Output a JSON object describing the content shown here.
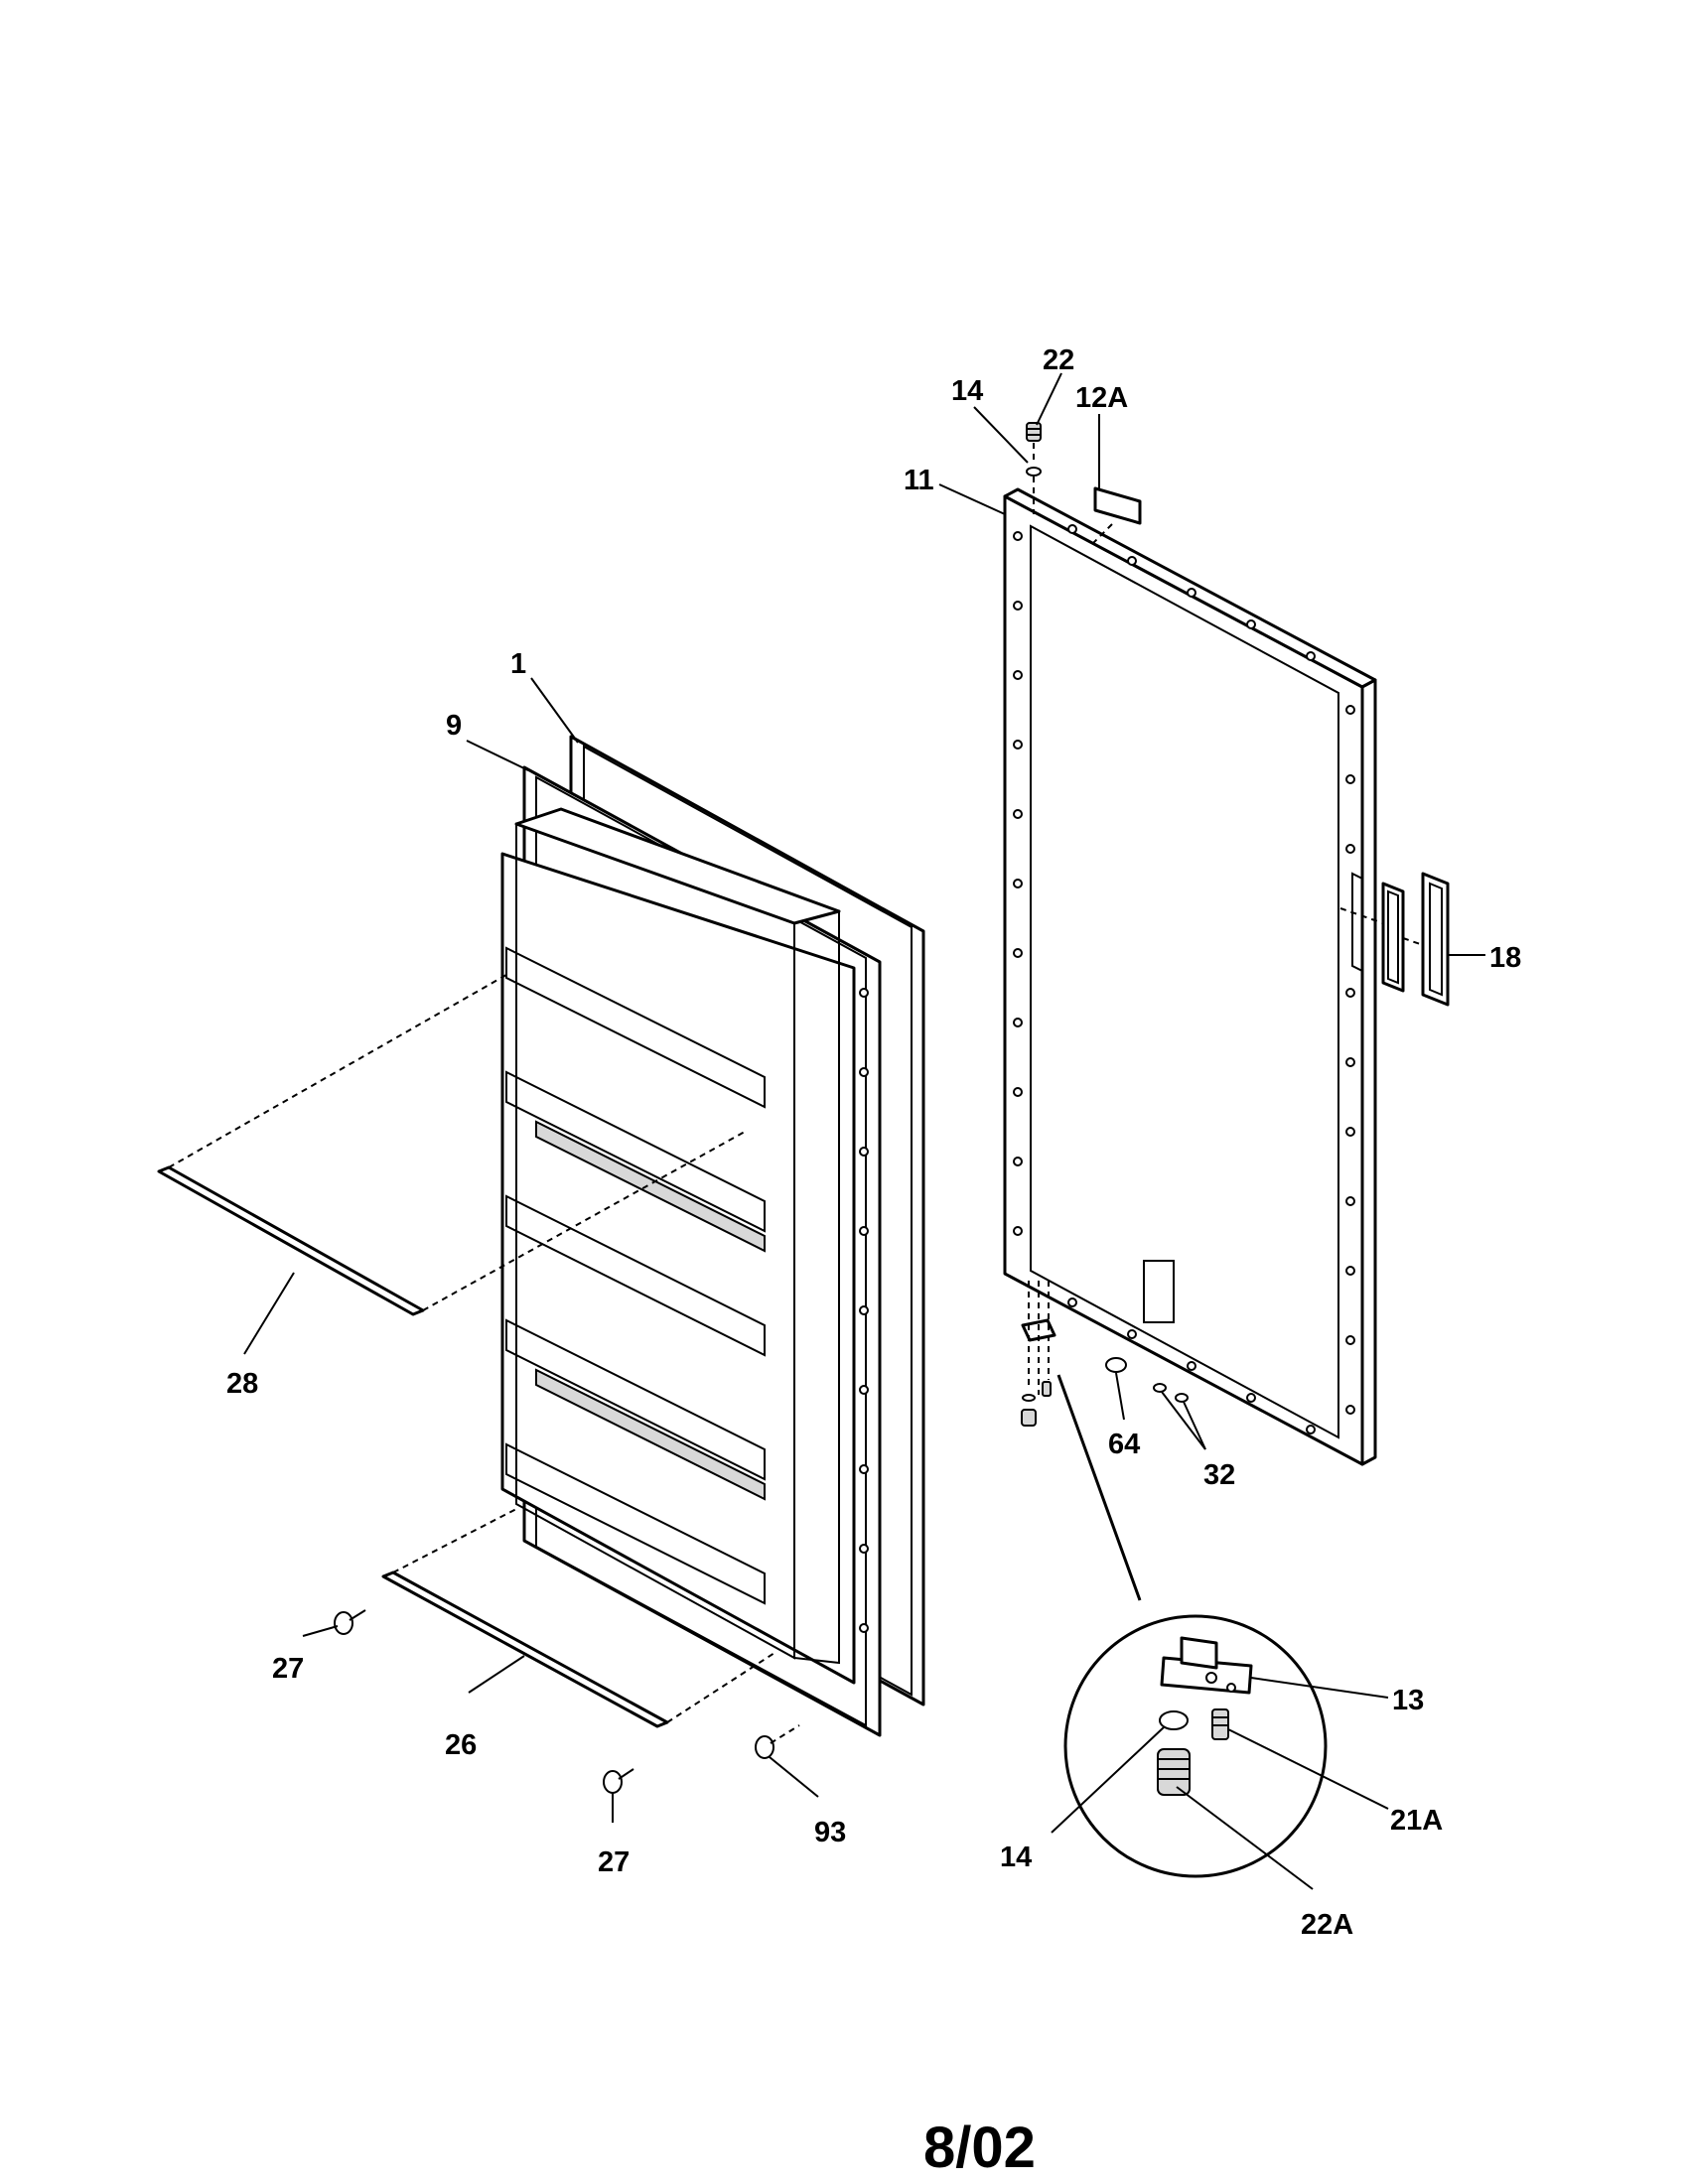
{
  "diagram": {
    "callouts": {
      "c1": "1",
      "c9": "9",
      "c11": "11",
      "c12a": "12A",
      "c13": "13",
      "c14_top": "14",
      "c14_detail": "14",
      "c18": "18",
      "c21a": "21A",
      "c22_top": "22",
      "c22a": "22A",
      "c26": "26",
      "c27_left": "27",
      "c27_bottom": "27",
      "c28": "28",
      "c32": "32",
      "c64": "64",
      "c93": "93"
    },
    "footer_date": "8/02"
  }
}
